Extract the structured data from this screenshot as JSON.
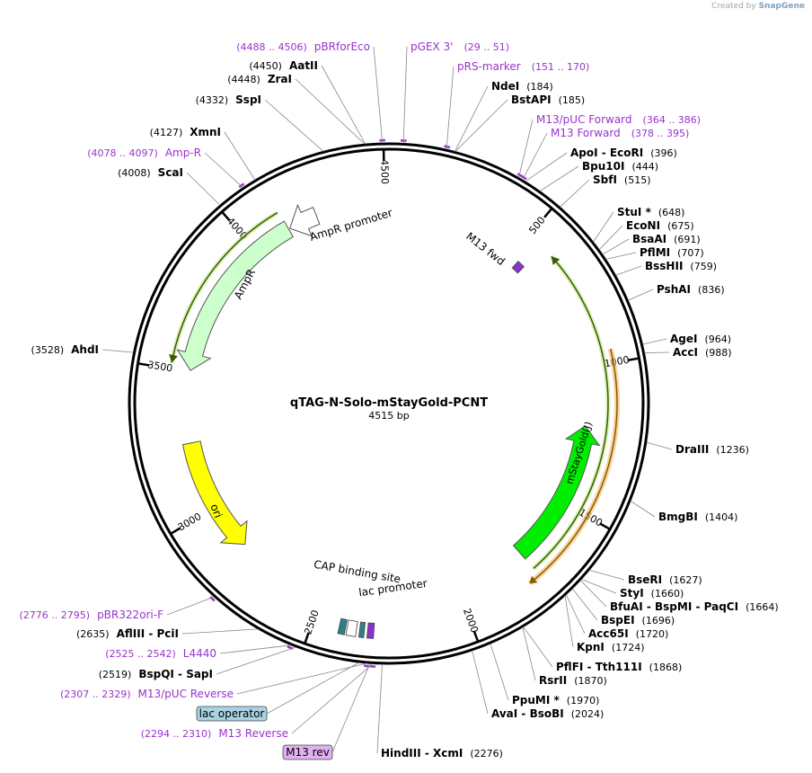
{
  "credit": {
    "prefix": "Created by",
    "brand": "SnapGene"
  },
  "plasmid": {
    "name": "qTAG-N-Solo-mStayGold-PCNT",
    "length_label": "4515 bp",
    "length": 4515
  },
  "colors": {
    "enzyme": "#000000",
    "primer": "#9933cc",
    "backbone": "#000000",
    "ampr": "#ccffcc",
    "mstaygold": "#00ee00",
    "ori": "#ffff00",
    "promoter": "#ffffff",
    "cap": "#2f7f8a",
    "lacop": "#a9d3e0",
    "m13rev_box": "#e0b0f0"
  },
  "ticks": [
    {
      "label": "500",
      "pos": 500
    },
    {
      "label": "1000",
      "pos": 1000
    },
    {
      "label": "1500",
      "pos": 1500
    },
    {
      "label": "2000",
      "pos": 2000
    },
    {
      "label": "2500",
      "pos": 2500
    },
    {
      "label": "3000",
      "pos": 3000
    },
    {
      "label": "3500",
      "pos": 3500
    },
    {
      "label": "4000",
      "pos": 4000
    },
    {
      "label": "4500",
      "pos": 4500
    }
  ],
  "features": [
    {
      "name": "AmpR",
      "label": "AmpR"
    },
    {
      "name": "AmpR promoter",
      "label": "AmpR promoter"
    },
    {
      "name": "ori",
      "label": "ori"
    },
    {
      "name": "mStayGold(J)",
      "label": "mStayGold(J)"
    },
    {
      "name": "M13 fwd",
      "label": "M13 fwd"
    },
    {
      "name": "CAP binding site",
      "label": "CAP binding site"
    },
    {
      "name": "lac promoter",
      "label": "lac promoter"
    }
  ],
  "enzymes_right": [
    {
      "name": "NdeI",
      "pos": "(184)"
    },
    {
      "name": "BstAPI",
      "pos": "(185)"
    },
    {
      "name": "ApoI  - EcoRI",
      "pos": "(396)"
    },
    {
      "name": "Bpu10I",
      "pos": "(444)"
    },
    {
      "name": "SbfI",
      "pos": "(515)"
    },
    {
      "name": "StuI *",
      "pos": "(648)"
    },
    {
      "name": "EcoNI",
      "pos": "(675)"
    },
    {
      "name": "BsaAI",
      "pos": "(691)"
    },
    {
      "name": "PflMI",
      "pos": "(707)"
    },
    {
      "name": "BssHII",
      "pos": "(759)"
    },
    {
      "name": "PshAI",
      "pos": "(836)"
    },
    {
      "name": "AgeI",
      "pos": "(964)"
    },
    {
      "name": "AccI",
      "pos": "(988)"
    },
    {
      "name": "DraIII",
      "pos": "(1236)"
    },
    {
      "name": "BmgBI",
      "pos": "(1404)"
    },
    {
      "name": "BseRI",
      "pos": "(1627)"
    },
    {
      "name": "StyI",
      "pos": "(1660)"
    },
    {
      "name": "BfuAI  - BspMI  - PaqCI",
      "pos": "(1664)"
    },
    {
      "name": "BspEI",
      "pos": "(1696)"
    },
    {
      "name": "Acc65I",
      "pos": "(1720)"
    },
    {
      "name": "KpnI",
      "pos": "(1724)"
    },
    {
      "name": "PflFI  - Tth111I",
      "pos": "(1868)"
    },
    {
      "name": "RsrII",
      "pos": "(1870)"
    },
    {
      "name": "PpuMI *",
      "pos": "(1970)"
    },
    {
      "name": "AvaI  - BsoBI",
      "pos": "(2024)"
    },
    {
      "name": "HindIII  - XcmI",
      "pos": "(2276)"
    }
  ],
  "enzymes_left": [
    {
      "name": "AatII",
      "pos": "(4450)"
    },
    {
      "name": "ZraI",
      "pos": "(4448)"
    },
    {
      "name": "SspI",
      "pos": "(4332)"
    },
    {
      "name": "XmnI",
      "pos": "(4127)"
    },
    {
      "name": "ScaI",
      "pos": "(4008)"
    },
    {
      "name": "AhdI",
      "pos": "(3528)"
    },
    {
      "name": "AflIII  - PciI",
      "pos": "(2635)"
    },
    {
      "name": "BspQI  - SapI",
      "pos": "(2519)"
    }
  ],
  "primers": [
    {
      "name": "pBRforEco",
      "range": "(4488 .. 4506)"
    },
    {
      "name": "pGEX 3'",
      "range": "(29 .. 51)"
    },
    {
      "name": "pRS-marker",
      "range": "(151 .. 170)"
    },
    {
      "name": "M13/pUC Forward",
      "range": "(364 .. 386)"
    },
    {
      "name": "M13 Forward",
      "range": "(378 .. 395)"
    },
    {
      "name": "Amp-R",
      "range": "(4078 .. 4097)"
    },
    {
      "name": "pBR322ori-F",
      "range": "(2776 .. 2795)"
    },
    {
      "name": "L4440",
      "range": "(2525 .. 2542)"
    },
    {
      "name": "M13/pUC Reverse",
      "range": "(2307 .. 2329)"
    },
    {
      "name": "M13 Reverse",
      "range": "(2294 .. 2310)"
    }
  ],
  "boxed": [
    {
      "name": "lac operator",
      "label": "lac operator"
    },
    {
      "name": "M13 rev",
      "label": "M13 rev"
    }
  ]
}
